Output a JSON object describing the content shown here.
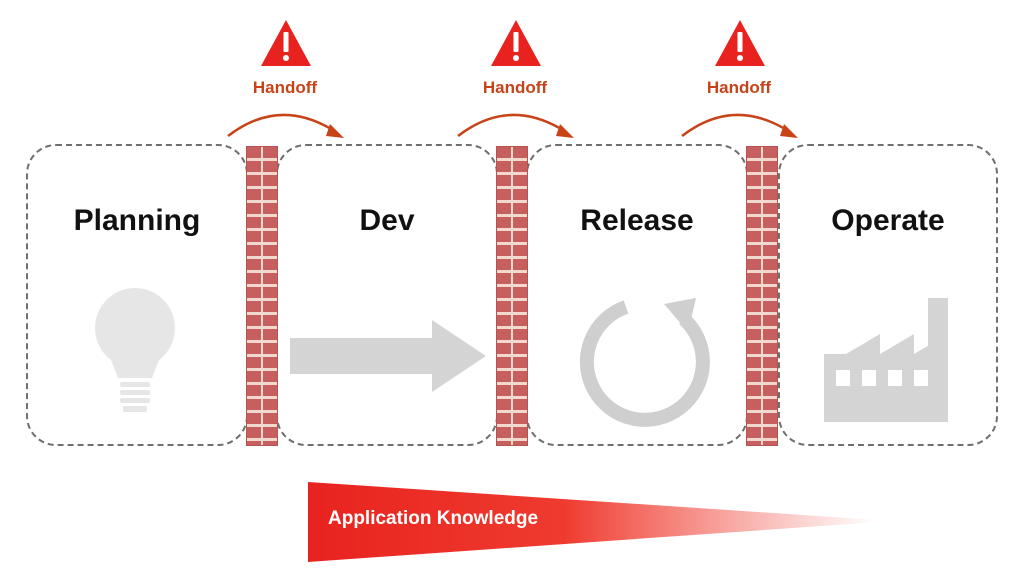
{
  "stages": [
    {
      "label": "Planning",
      "icon": "lightbulb-icon"
    },
    {
      "label": "Dev",
      "icon": "right-arrow-icon"
    },
    {
      "label": "Release",
      "icon": "refresh-cycle-icon"
    },
    {
      "label": "Operate",
      "icon": "factory-icon"
    }
  ],
  "handoffs": [
    {
      "label": "Handoff",
      "icon": "warning-triangle-icon"
    },
    {
      "label": "Handoff",
      "icon": "warning-triangle-icon"
    },
    {
      "label": "Handoff",
      "icon": "warning-triangle-icon"
    }
  ],
  "walls": {
    "icon": "brick-wall-icon"
  },
  "knowledge_bar": {
    "label": "Application Knowledge"
  },
  "colors": {
    "accent_red": "#e8231f",
    "handoff_text": "#c84418",
    "brick": "#c85f5f",
    "icon_gray": "#d4d4d4",
    "dashed_border": "#6f6f6f"
  }
}
